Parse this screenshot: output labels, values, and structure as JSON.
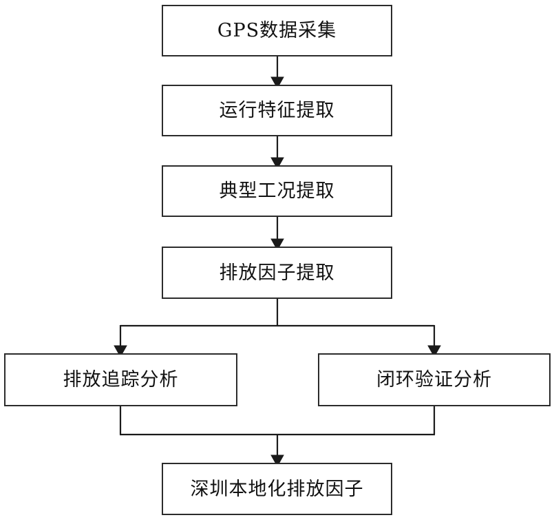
{
  "diagram": {
    "type": "flowchart",
    "orientation": "top-to-bottom",
    "background_color": "#ffffff",
    "box_border_color": "#2b2b2b",
    "text_color": "#111111",
    "connector_color": "#1a1a1a",
    "nodes": [
      {
        "id": "n1",
        "label": "GPS数据采集",
        "row": 1,
        "column": "center"
      },
      {
        "id": "n2",
        "label": "运行特征提取",
        "row": 2,
        "column": "center"
      },
      {
        "id": "n3",
        "label": "典型工况提取",
        "row": 3,
        "column": "center"
      },
      {
        "id": "n4",
        "label": "排放因子提取",
        "row": 4,
        "column": "center"
      },
      {
        "id": "n5",
        "label": "排放追踪分析",
        "row": 5,
        "column": "left"
      },
      {
        "id": "n6",
        "label": "闭环验证分析",
        "row": 5,
        "column": "right"
      },
      {
        "id": "n7",
        "label": "深圳本地化排放因子",
        "row": 6,
        "column": "center"
      }
    ],
    "edges": [
      {
        "from": "n1",
        "to": "n2",
        "style": "straight-arrow"
      },
      {
        "from": "n2",
        "to": "n3",
        "style": "straight-arrow"
      },
      {
        "from": "n3",
        "to": "n4",
        "style": "straight-arrow"
      },
      {
        "from": "n4",
        "to": "n5",
        "style": "split-arrow"
      },
      {
        "from": "n4",
        "to": "n6",
        "style": "split-arrow"
      },
      {
        "from": "n5",
        "to": "n7",
        "style": "merge-arrow"
      },
      {
        "from": "n6",
        "to": "n7",
        "style": "merge-arrow"
      }
    ]
  }
}
